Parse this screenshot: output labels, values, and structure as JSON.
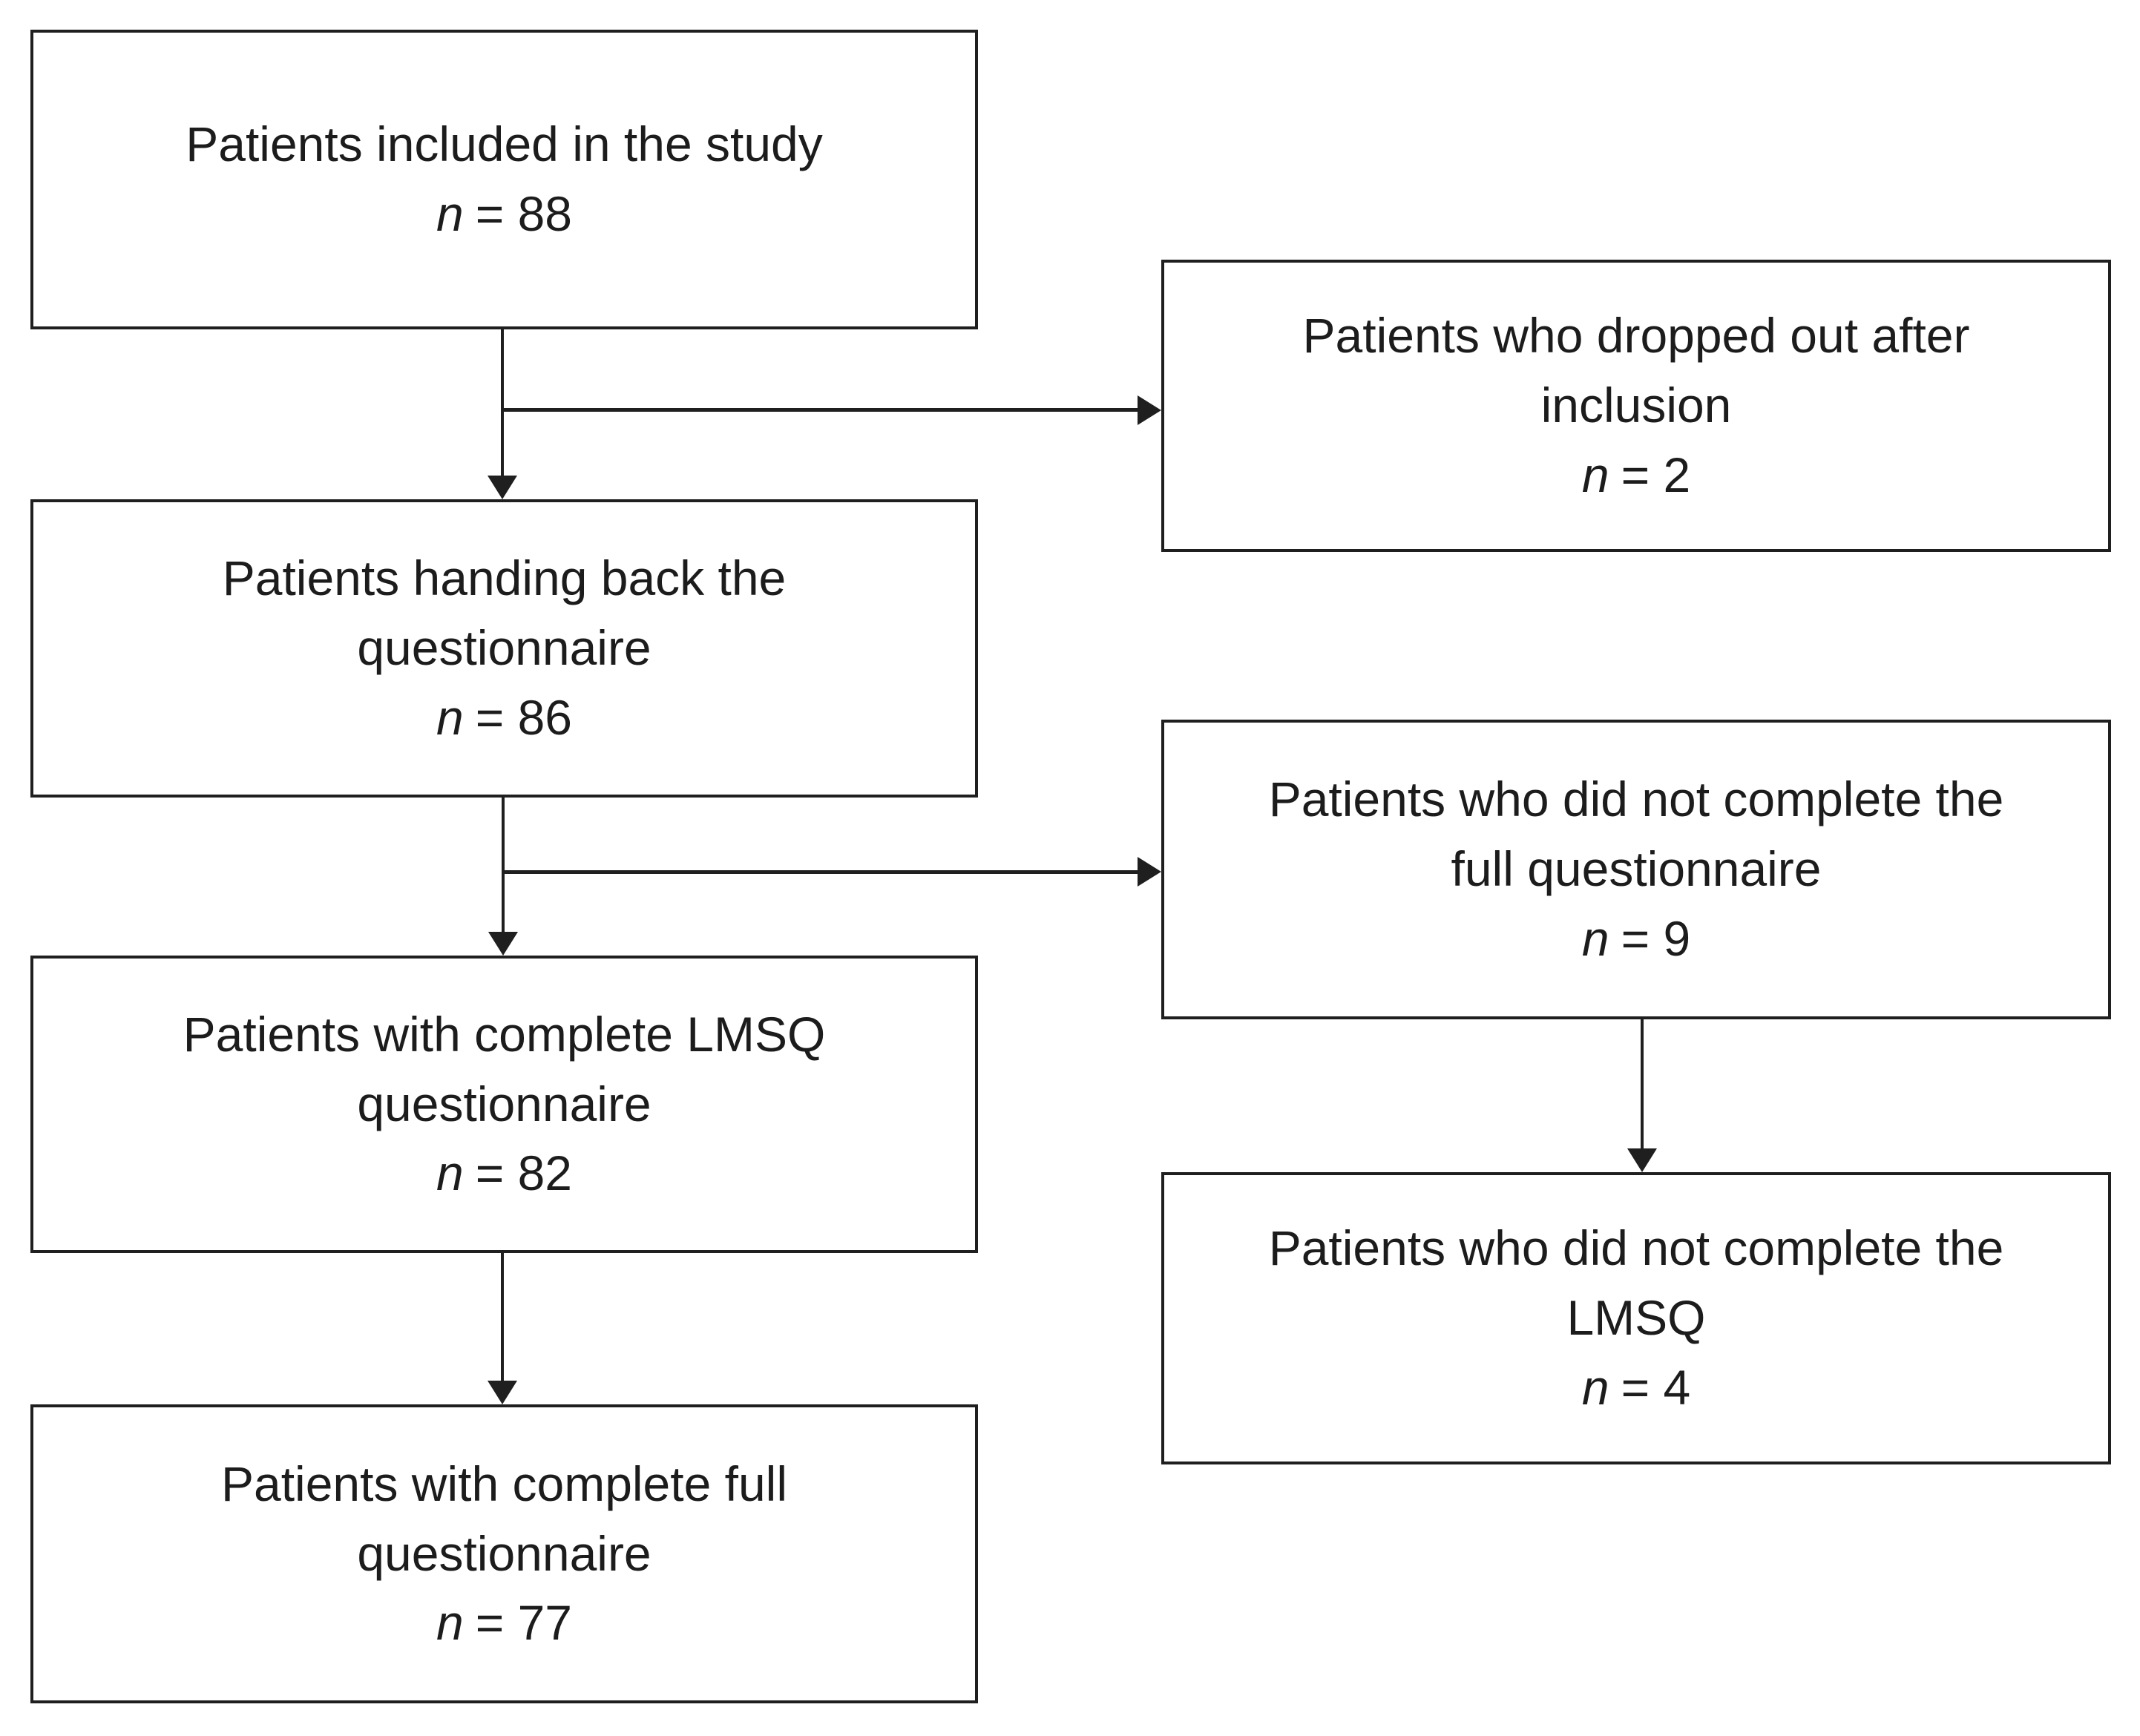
{
  "figure": {
    "type": "patient-flow-diagram",
    "background_color": "#ffffff",
    "line_color": "#1f1f1f",
    "text_color": "#1c1c1c"
  },
  "boxes": [
    {
      "id": "included",
      "lines": [
        "Patients included in the study",
        ""
      ],
      "n": "n",
      "count": "= 88"
    },
    {
      "id": "handed_back",
      "lines": [
        "Patients handing back the",
        "questionnaire"
      ],
      "n": "n",
      "count": "= 86"
    },
    {
      "id": "complete_lmsq",
      "lines": [
        "Patients with complete LMSQ",
        "questionnaire"
      ],
      "n": "n",
      "count": "= 82"
    },
    {
      "id": "complete_full",
      "lines": [
        "Patients with complete full",
        "questionnaire"
      ],
      "n": "n",
      "count": "= 77"
    },
    {
      "id": "dropped_out",
      "lines": [
        "Patients who dropped out after",
        "inclusion"
      ],
      "n": "n",
      "count": "= 2"
    },
    {
      "id": "incomplete_full",
      "lines": [
        "Patients who did not complete the",
        "full questionnaire"
      ],
      "n": "n",
      "count": "= 9"
    },
    {
      "id": "incomplete_lmsq",
      "lines": [
        "Patients who did not complete the",
        "LMSQ"
      ],
      "n": "n",
      "count": "= 4"
    }
  ]
}
